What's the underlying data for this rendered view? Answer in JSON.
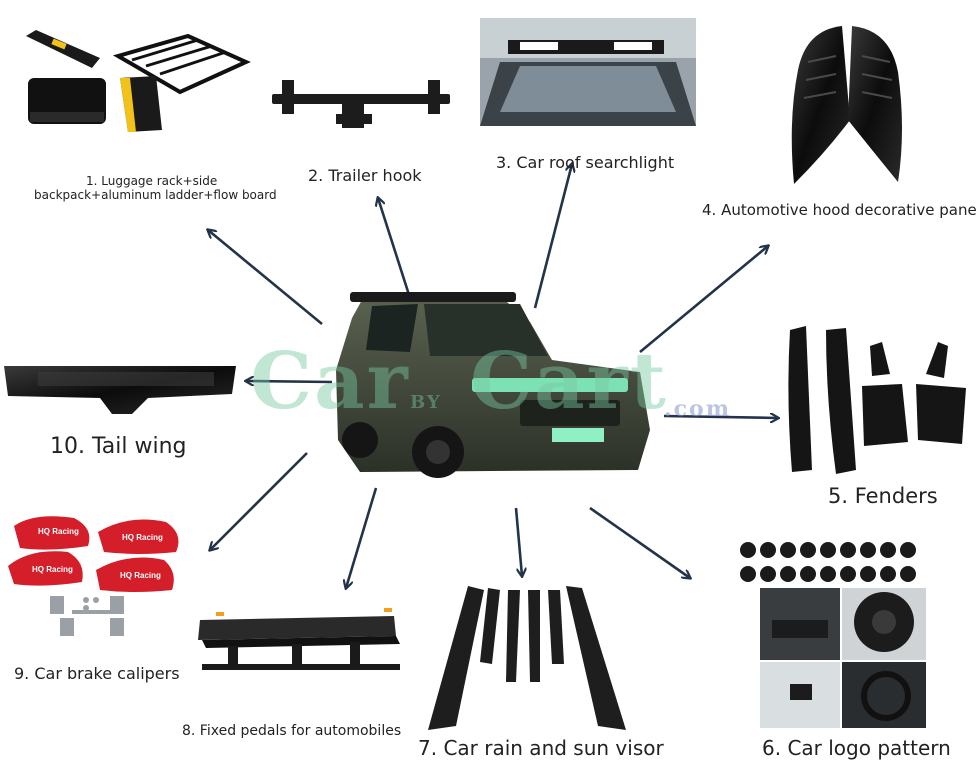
{
  "watermark": {
    "left": "Car",
    "mid": "BY",
    "right": "Cart",
    "suffix": ".com"
  },
  "items": [
    {
      "id": "luggage-rack",
      "line1": "1. Luggage rack+side",
      "line2": "backpack+aluminum ladder+flow board"
    },
    {
      "id": "trailer-hook",
      "label": "2. Trailer hook"
    },
    {
      "id": "roof-searchlight",
      "label": "3. Car roof searchlight"
    },
    {
      "id": "hood-panel",
      "label": "4. Automotive hood decorative panel"
    },
    {
      "id": "fenders",
      "label": "5. Fenders"
    },
    {
      "id": "logo-pattern",
      "label": "6. Car logo pattern"
    },
    {
      "id": "rain-visor",
      "label": "7. Car rain and sun visor"
    },
    {
      "id": "fixed-pedals",
      "label": "8. Fixed pedals for automobiles"
    },
    {
      "id": "brake-calipers",
      "label": "9. Car brake calipers",
      "caliper_text": "HQ Racing"
    },
    {
      "id": "tail-wing",
      "label": "10. Tail wing"
    }
  ],
  "colors": {
    "arrow": "#233349",
    "caliper": "#d41e2a",
    "car_body": "#4a5242",
    "accent": "#f2c21b"
  }
}
